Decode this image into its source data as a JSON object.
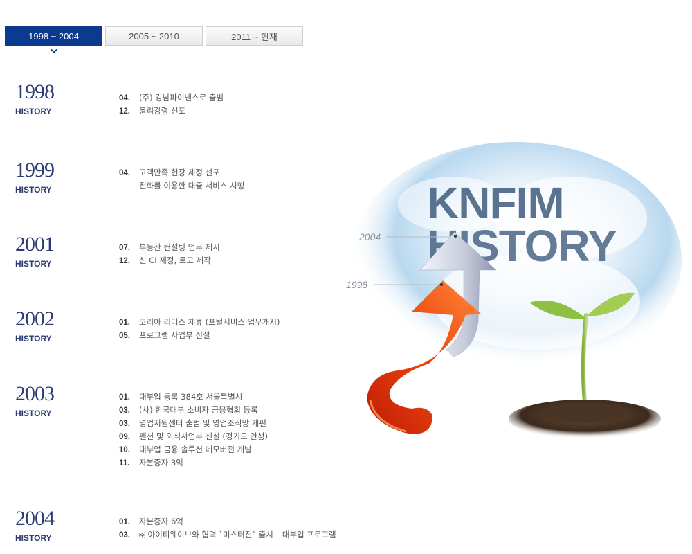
{
  "tabs": [
    {
      "label": "1998 ~ 2004",
      "active": true
    },
    {
      "label": "2005 ~ 2010",
      "active": false
    },
    {
      "label": "2011 ~ 현재",
      "active": false
    }
  ],
  "history_tag": "HISTORY",
  "years": [
    {
      "year": "1998",
      "events": [
        {
          "month": "04.",
          "text": "(주) 강남파이낸스로 출범"
        },
        {
          "month": "12.",
          "text": "윤리강령 선포"
        }
      ]
    },
    {
      "year": "1999",
      "events": [
        {
          "month": "04.",
          "text": "고객만족 헌장 제정 선포"
        },
        {
          "month": "",
          "text": "전화를 이용한 대출 서비스 시행"
        }
      ]
    },
    {
      "year": "2001",
      "events": [
        {
          "month": "07.",
          "text": "부동산 컨설팅 업무 제시"
        },
        {
          "month": "12.",
          "text": "신 CI 제정, 로고 제작"
        }
      ]
    },
    {
      "year": "2002",
      "events": [
        {
          "month": "01.",
          "text": "코리아 리더스 제휴 (포털서비스 업무개시)"
        },
        {
          "month": "05.",
          "text": "프로그램 사업부 신설"
        }
      ]
    },
    {
      "year": "2003",
      "events": [
        {
          "month": "01.",
          "text": "대부업 등록 384호 서울특별시"
        },
        {
          "month": "03.",
          "text": "(사) 한국대부 소비자 금융협회 등록"
        },
        {
          "month": "03.",
          "text": "영업지원센터 출범 및 영업조직망 개편"
        },
        {
          "month": "09.",
          "text": "펜션 및 외식사업부 신설 (경기도 안성)"
        },
        {
          "month": "10.",
          "text": "대부업 금융 솔루션 데모버전 개발"
        },
        {
          "month": "11.",
          "text": "자본증자 3억"
        }
      ]
    },
    {
      "year": "2004",
      "events": [
        {
          "month": "01.",
          "text": "자본증자 6억"
        },
        {
          "month": "03.",
          "prefix": "㈜",
          "text": "아이티웨이브와 협력 `미스터전` 출시 – 대부업 프로그램"
        }
      ]
    }
  ],
  "visual": {
    "title_line1": "KNFIM",
    "title_line2": "HISTORY",
    "marker_top": "2004",
    "marker_bottom": "1998"
  },
  "colors": {
    "tab_active": "#0c3a8e",
    "year_text": "#2b3a73",
    "arrow_red": "#e8400c",
    "arrow_silver": "#b8bfd0",
    "title_text": "#3f5c7e"
  }
}
